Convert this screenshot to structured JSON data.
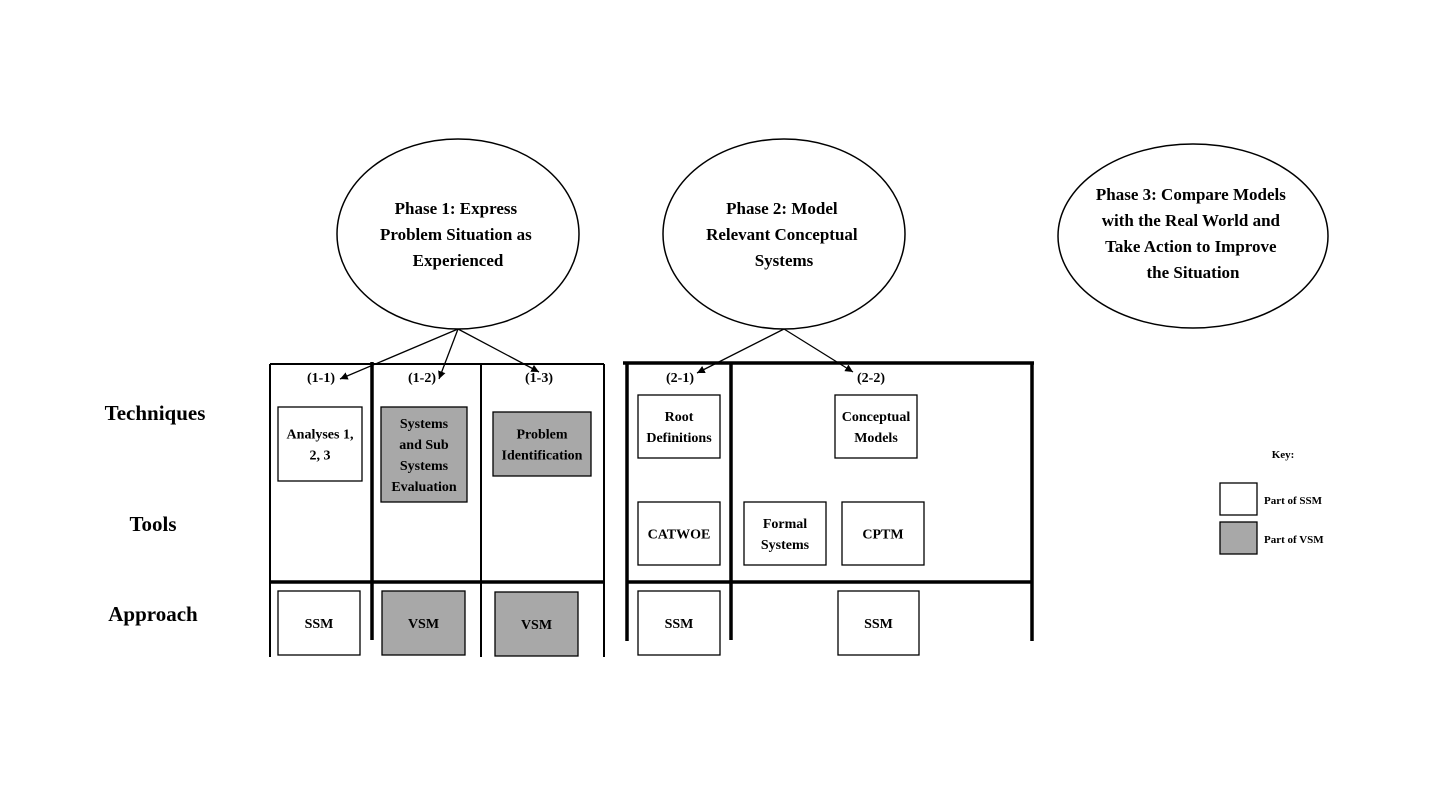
{
  "phases": [
    {
      "id": "phase-1",
      "lines": [
        "Phase 1: Express",
        "Problem Situation as",
        "Experienced"
      ]
    },
    {
      "id": "phase-2",
      "lines": [
        "Phase 2: Model",
        "Relevant Conceptual",
        "Systems"
      ]
    },
    {
      "id": "phase-3",
      "lines": [
        "Phase 3: Compare Models",
        "with the Real World and",
        "Take Action to Improve",
        "the Situation"
      ]
    }
  ],
  "row_labels": {
    "techniques": "Techniques",
    "tools": "Tools",
    "approach": "Approach"
  },
  "columns": {
    "c11": "(1-1)",
    "c12": "(1-2)",
    "c13": "(1-3)",
    "c21": "(2-1)",
    "c22": "(2-2)"
  },
  "boxes": {
    "analyses": {
      "lines": [
        "Analyses 1,",
        "2, 3"
      ],
      "type": "SSM"
    },
    "systems_eval": {
      "lines": [
        "Systems",
        "and Sub",
        "Systems",
        "Evaluation"
      ],
      "type": "VSM"
    },
    "problem_id": {
      "lines": [
        "Problem",
        "Identification"
      ],
      "type": "VSM"
    },
    "root_def": {
      "lines": [
        "Root",
        "Definitions"
      ],
      "type": "SSM"
    },
    "conceptual": {
      "lines": [
        "Conceptual",
        "Models"
      ],
      "type": "SSM"
    },
    "catwoe": {
      "lines": [
        "CATWOE"
      ],
      "type": "SSM"
    },
    "formal": {
      "lines": [
        "Formal",
        "Systems"
      ],
      "type": "SSM"
    },
    "cptm": {
      "lines": [
        "CPTM"
      ],
      "type": "SSM"
    },
    "appr_11": {
      "lines": [
        "SSM"
      ],
      "type": "SSM"
    },
    "appr_12": {
      "lines": [
        "VSM"
      ],
      "type": "VSM"
    },
    "appr_13": {
      "lines": [
        "VSM"
      ],
      "type": "VSM"
    },
    "appr_21": {
      "lines": [
        "SSM"
      ],
      "type": "SSM"
    },
    "appr_22": {
      "lines": [
        "SSM"
      ],
      "type": "SSM"
    }
  },
  "key": {
    "title": "Key:",
    "items": [
      {
        "label": "Part of SSM",
        "type": "SSM"
      },
      {
        "label": "Part of VSM",
        "type": "VSM"
      }
    ]
  },
  "colors": {
    "ssm_fill": "#ffffff",
    "vsm_fill": "#a8a8a8"
  }
}
